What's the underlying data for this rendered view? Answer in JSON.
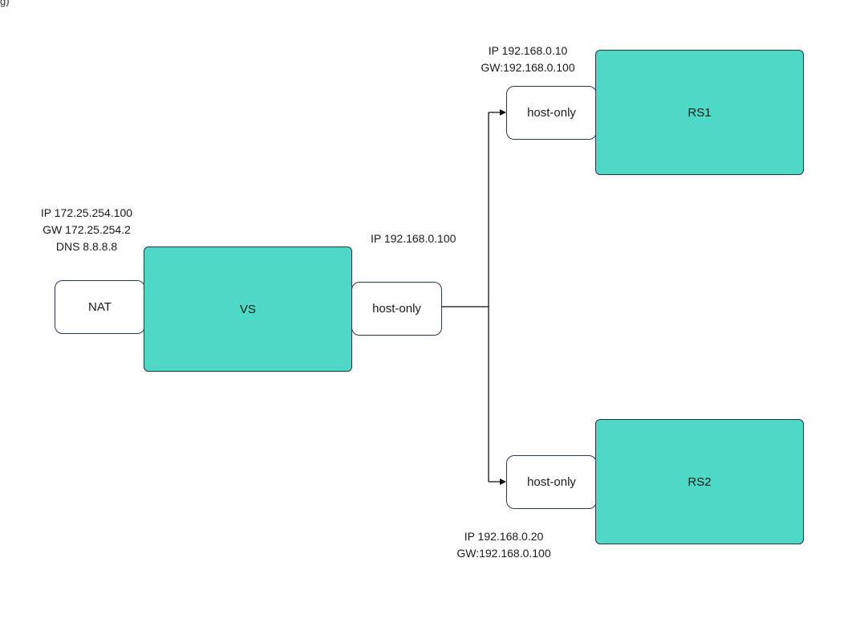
{
  "corner_fragment": "g)",
  "nodes": {
    "nat": "NAT",
    "vs": "VS",
    "vs_port": "host-only",
    "rs1_port": "host-only",
    "rs1": "RS1",
    "rs2_port": "host-only",
    "rs2": "RS2"
  },
  "labels": {
    "nat": [
      "IP 172.25.254.100",
      "GW 172.25.254.2",
      "DNS 8.8.8.8"
    ],
    "vs_port": [
      "IP 192.168.0.100"
    ],
    "rs1": [
      "IP 192.168.0.10",
      "GW:192.168.0.100"
    ],
    "rs2": [
      "IP 192.168.0.20",
      "GW:192.168.0.100"
    ]
  },
  "colors": {
    "server_fill": "#4ed8c6",
    "stroke": "#2a3550",
    "line": "#111111"
  }
}
